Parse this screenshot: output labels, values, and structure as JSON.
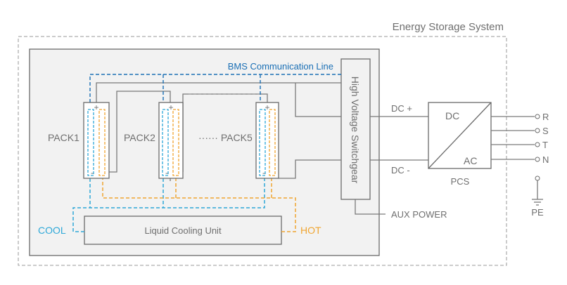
{
  "system_title": "Energy Storage System",
  "bms_line_label": "BMS Communication Line",
  "switchgear_label": "High Voltage Switchgear",
  "packs": [
    {
      "label": "PACK1",
      "plus": "+",
      "minus": "-"
    },
    {
      "label": "PACK2",
      "plus": "+",
      "minus": "-"
    },
    {
      "label": "······ PACK5",
      "plus": "+",
      "minus": "-"
    }
  ],
  "cooling_unit_label": "Liquid Cooling Unit",
  "cool_label": "COOL",
  "hot_label": "HOT",
  "dc_plus_label": "DC +",
  "dc_minus_label": "DC -",
  "pcs": {
    "dc_label": "DC",
    "ac_label": "AC",
    "name": "PCS"
  },
  "phases": [
    "R",
    "S",
    "T",
    "N"
  ],
  "aux_power_label": "AUX POWER",
  "pe_label": "PE",
  "colors": {
    "bms_line": "#1a6fb5",
    "cool_loop": "#2ea8d8",
    "hot_loop": "#f0a531",
    "wiring": "#7a7a7a",
    "inner_panel": "#f2f2f2"
  }
}
